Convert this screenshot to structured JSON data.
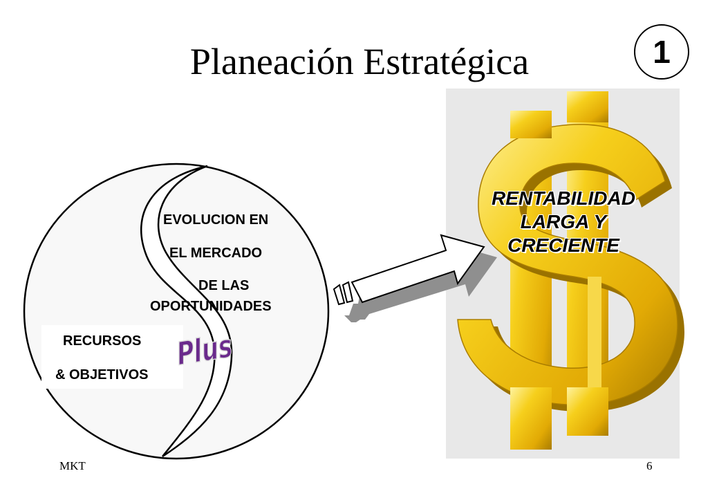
{
  "slide": {
    "title": "Planeación Estratégica",
    "number_badge": "1",
    "footer_left": "MKT",
    "footer_right": "6"
  },
  "diagram": {
    "market_text": [
      "EVOLUCION EN",
      "EL MERCADO",
      "DE LAS",
      "OPORTUNIDADES"
    ],
    "resources_text": [
      "RECURSOS",
      "& OBJETIVOS"
    ],
    "plus_word": "Plus",
    "goal_text": [
      "RENTABILIDAD",
      "LARGA Y",
      "CRECIENTE"
    ]
  },
  "colors": {
    "plus_fill": "#6a2a8c",
    "plus_outline": "#d9d9d9",
    "gold": "#f2c20a",
    "gold_dark": "#b98a00",
    "arrow_shadow": "#8f8f8f",
    "panel": "#e8e8e8"
  },
  "icons": {
    "dollar": "dollar-sign-icon",
    "arrow": "right-arrow-icon"
  }
}
